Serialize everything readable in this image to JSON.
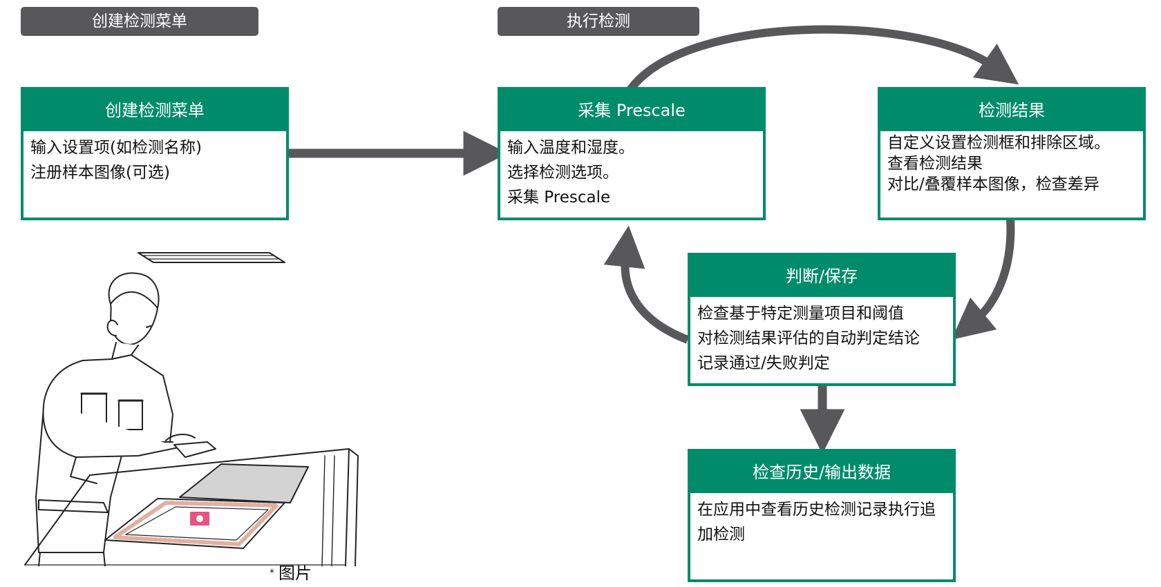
{
  "headers": {
    "create_menu": "创建检测菜单",
    "execute": "执行检测"
  },
  "boxes": {
    "create_menu": {
      "title": "创建检测菜单",
      "lines": [
        "输入设置项(如检测名称)",
        "注册样本图像(可选)"
      ]
    },
    "capture": {
      "title": "采集 Prescale",
      "lines": [
        "输入温度和湿度。",
        "选择检测选项。",
        "采集 Prescale"
      ]
    },
    "results": {
      "title": "检测结果",
      "lines": [
        "自定义设置检测框和排除区域。",
        "查看检测结果",
        "对比/叠覆样本图像，检查差异"
      ]
    },
    "judge": {
      "title": "判断/保存",
      "lines": [
        "检查基于特定测量项目和阈值",
        "对检测结果评估的自动判定结论",
        "记录通过/失败判定"
      ]
    },
    "history": {
      "title": "检查历史/输出数据",
      "lines": [
        "在应用中查看历史检测记录执行追",
        "加检测"
      ]
    }
  },
  "caption": {
    "mark": "*",
    "text": "图片"
  },
  "colors": {
    "accent_green": "#008c6a",
    "header_gray": "#58585a",
    "arrow_gray": "#58585a"
  }
}
